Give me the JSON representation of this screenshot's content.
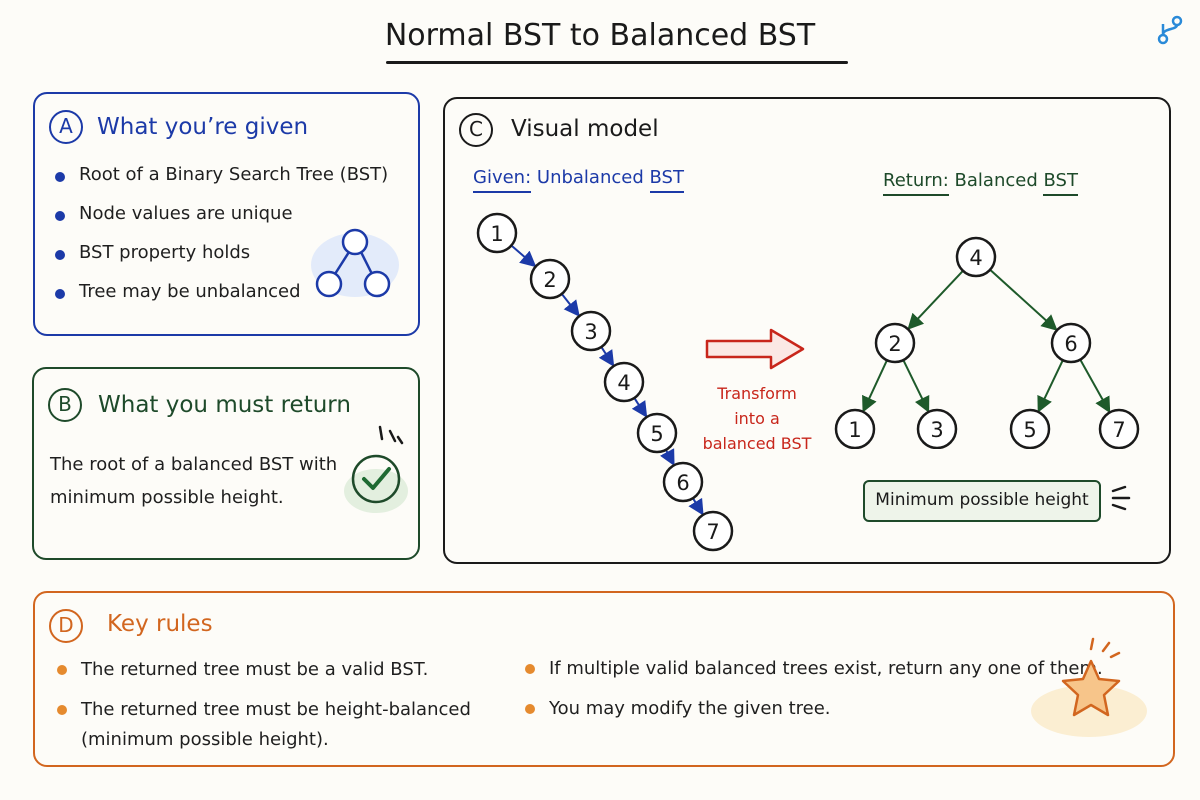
{
  "title": "Normal BST to Balanced BST",
  "colors": {
    "blue": "#1c3aa8",
    "green": "#1e4a2a",
    "dark": "#1a1a1a",
    "orange": "#d2661f",
    "red": "#c8261b",
    "brand": "#2a8ad8"
  },
  "icons": {
    "brand": "branch-icon",
    "tree": "tree-icon",
    "check": "checkmark-icon",
    "arrow": "right-arrow-icon",
    "star": "star-icon"
  },
  "panel_a": {
    "badge": "A",
    "heading": "What you’re given",
    "bullets": [
      "Root of a Binary Search Tree (BST)",
      "Node values are unique",
      "BST property holds",
      "Tree may be unbalanced"
    ]
  },
  "panel_b": {
    "badge": "B",
    "heading": "What you must return",
    "line1": "The root of a balanced BST with",
    "line2": "minimum possible height."
  },
  "panel_c": {
    "badge": "C",
    "heading": "Visual model",
    "given_prefix": "Given:",
    "given_mid": "Unbalanced",
    "given_suffix": "BST",
    "return_prefix": "Return:",
    "return_mid": "Balanced",
    "return_suffix": "BST",
    "chain_nodes": [
      "1",
      "2",
      "3",
      "4",
      "5",
      "6",
      "7"
    ],
    "balanced_nodes": [
      "4",
      "2",
      "6",
      "1",
      "3",
      "5",
      "7"
    ],
    "transform_lines": [
      "Transform",
      "into a",
      "balanced BST"
    ],
    "height_label": "Minimum possible height"
  },
  "panel_d": {
    "badge": "D",
    "heading": "Key rules",
    "left_rules": [
      "The returned tree must be a valid BST.",
      "The returned tree must be height-balanced",
      "(minimum possible height)."
    ],
    "right_rules": [
      "If multiple valid balanced trees exist, return any one of them.",
      "You may modify the given tree."
    ]
  }
}
